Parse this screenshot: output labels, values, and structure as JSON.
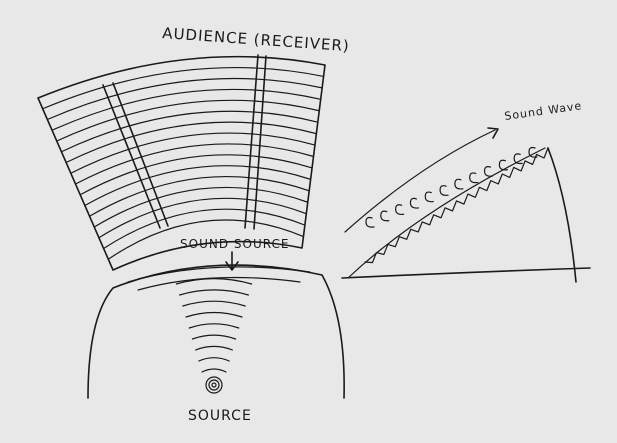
{
  "labels": {
    "audience": "AUDIENCE (RECEIVER)",
    "sound_source": "SOUND SOURCE",
    "sound_wave": "Sound Wave",
    "source": "SOURCE"
  },
  "colors": {
    "paper": "#e8e8e8",
    "ink": "#1a1a1a"
  }
}
